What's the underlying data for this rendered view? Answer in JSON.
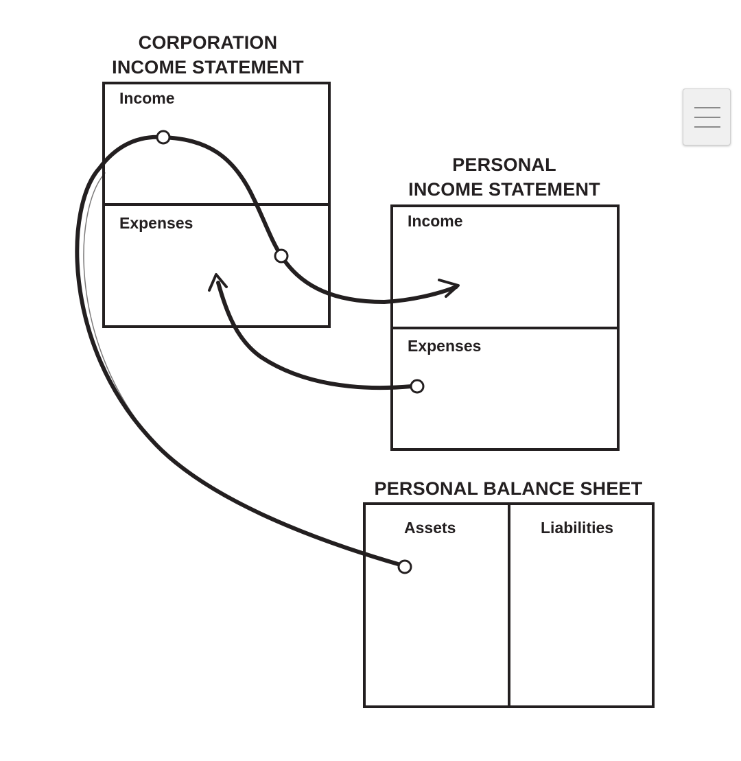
{
  "corporation_income_statement": {
    "title_line1": "CORPORATION",
    "title_line2": "INCOME STATEMENT",
    "income_label": "Income",
    "expenses_label": "Expenses"
  },
  "personal_income_statement": {
    "title_line1": "PERSONAL",
    "title_line2": "INCOME STATEMENT",
    "income_label": "Income",
    "expenses_label": "Expenses"
  },
  "personal_balance_sheet": {
    "title": "PERSONAL BALANCE SHEET",
    "assets_label": "Assets",
    "liabilities_label": "Liabilities"
  },
  "menu_button": {
    "icon": "hamburger-menu-icon"
  },
  "colors": {
    "ink": "#231f20",
    "background": "#ffffff",
    "menu_button_bg": "#f0f0f0"
  }
}
